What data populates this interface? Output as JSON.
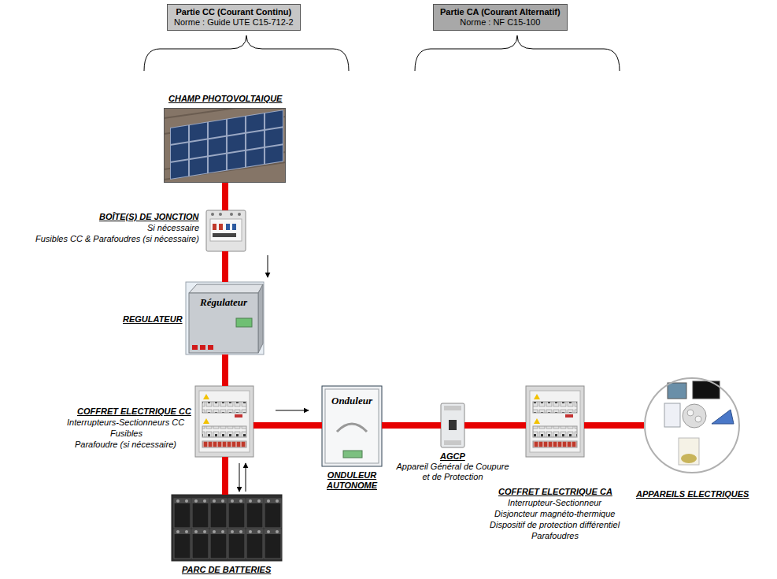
{
  "diagram": {
    "nodes": [
      {
        "text": [
          "Partie CC (Courant Continu)",
          "Norme : Guide UTE C15-712-2"
        ]
      },
      {
        "text": [
          "Partie CA (Courant Alternatif)",
          "Norme : NF C15-100"
        ]
      },
      {
        "text": [
          "CHAMP PHOTOVOLTAIQUE"
        ]
      },
      {
        "text": [
          "BOÎTE(S) DE JONCTION",
          "Si nécessaire",
          "Fusibles CC & Parafoudres (si nécessaire)"
        ]
      },
      {
        "text": [
          "Régulateur",
          "REGULATEUR"
        ]
      },
      {
        "text": [
          "COFFRET ELECTRIQUE CC",
          "Interrupteurs-Sectionneurs CC",
          "Fusibles",
          "Parafoudre (si nécessaire)"
        ]
      },
      {
        "text": [
          "Onduleur",
          "ONDULEUR AUTONOME"
        ]
      },
      {
        "text": [
          "AGCP",
          "Appareil Général de Coupure et de Protection"
        ]
      },
      {
        "text": [
          "COFFRET ELECTRIQUE CA",
          "Interrupteur-Sectionneur",
          "Disjoncteur magnéto-thermique",
          "Dispositif de protection différentiel",
          "Parafoudres"
        ]
      },
      {
        "text": [
          "APPAREILS ELECTRIQUES"
        ]
      },
      {
        "text": [
          "PARC DE BATTERIES"
        ]
      }
    ],
    "edges": [
      {
        "from": 2,
        "to": 3,
        "arrow": "none"
      },
      {
        "from": 3,
        "to": 4,
        "arrow": "none"
      },
      {
        "from": 4,
        "to": 5,
        "arrow": "none"
      },
      {
        "from": 5,
        "to": 10,
        "arrow": "none"
      },
      {
        "from": 5,
        "to": 6,
        "arrow": "none"
      },
      {
        "from": 6,
        "to": 7,
        "arrow": "none"
      },
      {
        "from": 7,
        "to": 8,
        "arrow": "none"
      },
      {
        "from": 8,
        "to": 9,
        "arrow": "none"
      }
    ]
  }
}
